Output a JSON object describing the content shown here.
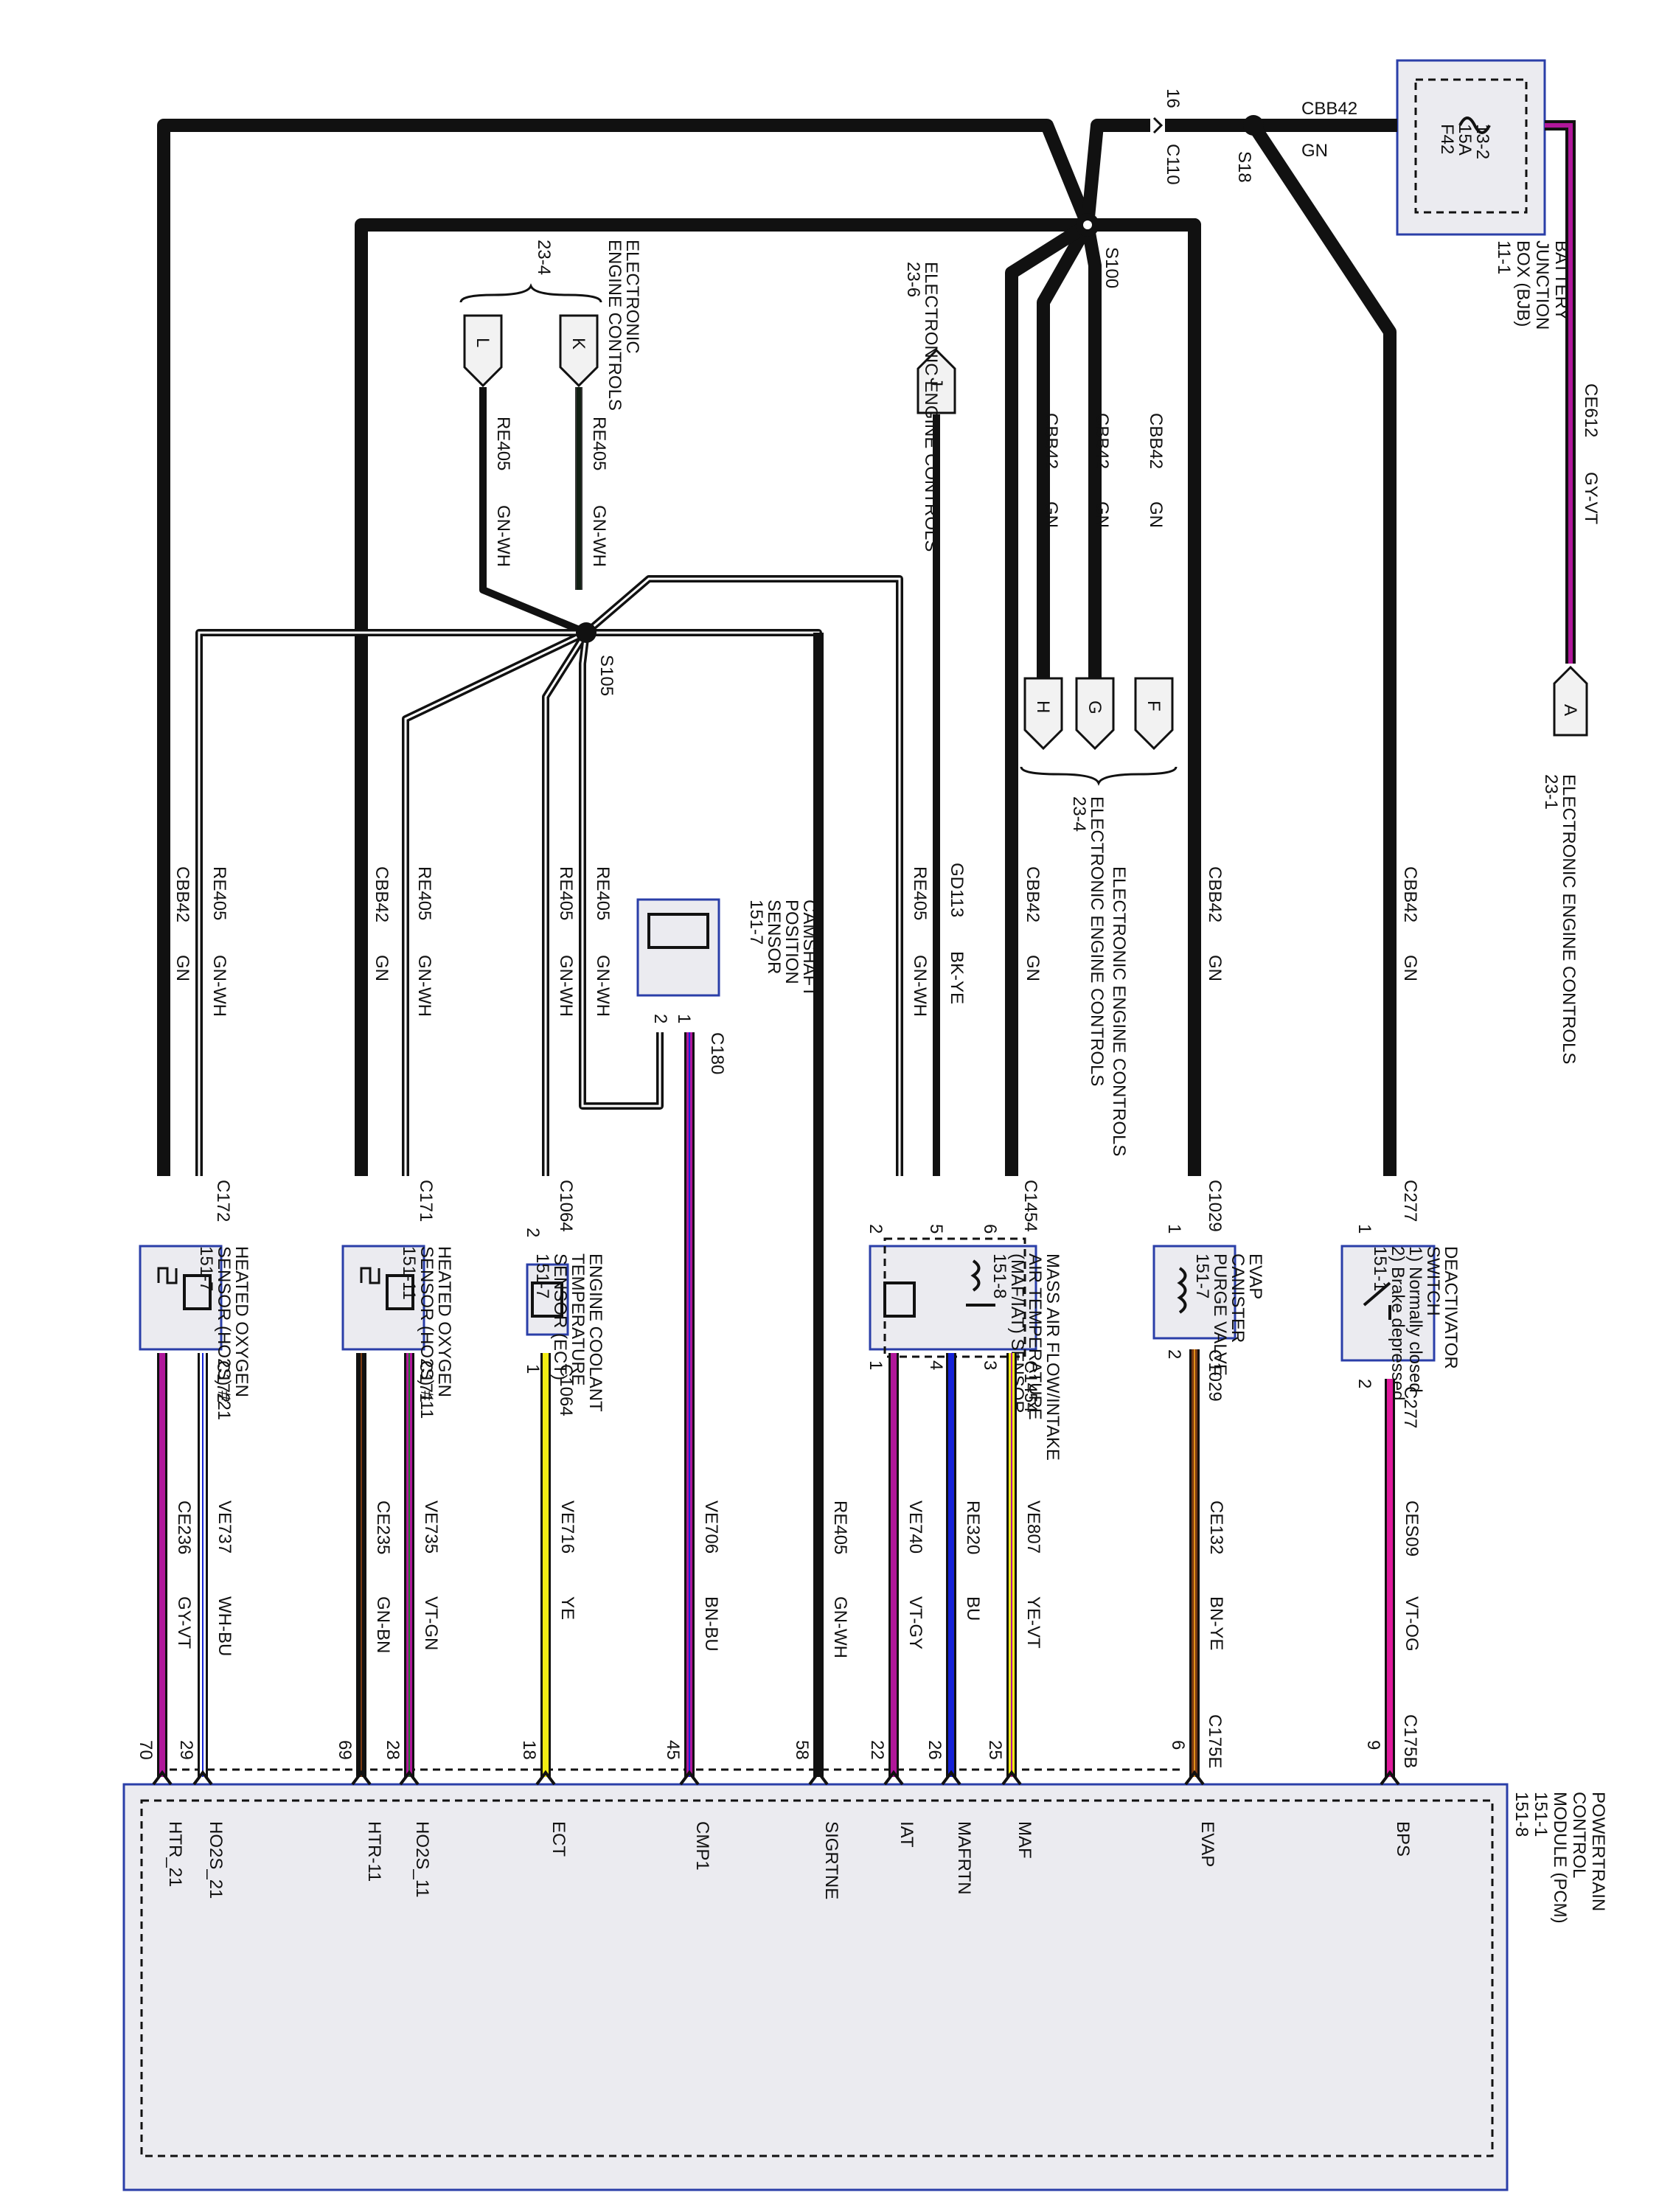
{
  "pcm": {
    "name_lines": [
      "POWERTRAIN",
      "CONTROL",
      "MODULE (PCM)",
      "151-1",
      "151-8"
    ]
  },
  "bjb": {
    "name_lines": [
      "BATTERY",
      "JUNCTION",
      "BOX (BJB)",
      "11-1"
    ],
    "fuse_lines": [
      "F42",
      "15A",
      "13-2"
    ]
  },
  "splices": {
    "s18": "S18",
    "s100": "S100",
    "s105": "S105"
  },
  "connectors": {
    "c110": "C110",
    "c110_pin": "16"
  },
  "top_wire": {
    "circuit": "CBB42",
    "color": "GN"
  },
  "ce612": {
    "circuit": "CE612",
    "color": "GY-VT",
    "connector_letter": "A",
    "ref_lines": [
      "ELECTRONIC ENGINE CONTROLS",
      "23-1"
    ]
  },
  "eec_refs": {
    "group_kl_lines": [
      "ELECTRONIC",
      "ENGINE CONTROLS",
      "23-4"
    ],
    "k": "K",
    "l": "L",
    "j_lines": [
      "ELECTRONIC ENGINE CONTROLS",
      "23-6"
    ],
    "j": "J",
    "fgh_lines": [
      "ELECTRONIC ENGINE CONTROLS",
      "23-4"
    ],
    "f": "F",
    "g": "G",
    "h": "H",
    "right_label": "ELECTRONIC ENGINE CONTROLS"
  },
  "circuits": {
    "cbb42": "CBB42",
    "gn": "GN",
    "re405": "RE405",
    "gn_wh": "GN-WH",
    "gd113": "GD113",
    "bk_ye": "BK-YE"
  },
  "components": {
    "deactivator_switch": [
      "DEACTIVATOR",
      "SWITCH",
      "1) Normally closed",
      "2) Brake depressed",
      "151-1"
    ],
    "evap_valve": [
      "EVAP",
      "CANISTER",
      "PURGE VALVE",
      "151-7"
    ],
    "maf_sensor": [
      "MASS AIR FLOW/INTAKE",
      "AIR TEMPERATURE",
      "(MAF/IAT) SENSOR",
      "151-8"
    ],
    "cmp_sensor": [
      "CAMSHAFT",
      "POSITION",
      "SENSOR",
      "151-7"
    ],
    "ect_sensor": [
      "ENGINE COOLANT",
      "TEMPERATURE",
      "SENSOR (ECT)",
      "151-7"
    ],
    "ho2s_11": [
      "HEATED OXYGEN",
      "SENSOR (HO2S) #11",
      "151-11"
    ],
    "ho2s_21": [
      "HEATED OXYGEN",
      "SENSOR (HO2S) #21",
      "151-7"
    ]
  },
  "connector_labels": {
    "c277": "C277",
    "c1029": "C1029",
    "c1454": "C1454",
    "c180": "C180",
    "c1064": "C1064",
    "c171": "C171",
    "c172": "C172",
    "c175b": "C175B",
    "c175e": "C175E"
  },
  "pins": {
    "p1": "1",
    "p2": "2",
    "p3": "3",
    "p4": "4",
    "p5": "5",
    "p6": "6"
  },
  "lower_wires": [
    {
      "circuit": "CES09",
      "color": "VT-OG",
      "pcm_pin": "9",
      "signal": "BPS"
    },
    {
      "circuit": "CE132",
      "color": "BN-YE",
      "pcm_pin": "6",
      "signal": "EVAP"
    },
    {
      "circuit": "VE807",
      "color": "YE-VT",
      "pcm_pin": "25",
      "signal": "MAF"
    },
    {
      "circuit": "RE320",
      "color": "BU",
      "pcm_pin": "26",
      "signal": "MAFRTN"
    },
    {
      "circuit": "VE740",
      "color": "VT-GY",
      "pcm_pin": "22",
      "signal": "IAT"
    },
    {
      "circuit": "RE405",
      "color": "GN-WH",
      "pcm_pin": "58",
      "signal": "SIGRTNE"
    },
    {
      "circuit": "VE706",
      "color": "BN-BU",
      "pcm_pin": "45",
      "signal": "CMP1"
    },
    {
      "circuit": "VE716",
      "color": "YE",
      "pcm_pin": "18",
      "signal": "ECT"
    },
    {
      "circuit": "VE735",
      "color": "VT-GN",
      "pcm_pin": "28",
      "signal": "HO2S_11"
    },
    {
      "circuit": "CE235",
      "color": "GN-BN",
      "pcm_pin": "69",
      "signal": "HTR-11"
    },
    {
      "circuit": "VE737",
      "color": "WH-BU",
      "pcm_pin": "29",
      "signal": "HO2S_21"
    },
    {
      "circuit": "CE236",
      "color": "GY-VT",
      "pcm_pin": "70",
      "signal": "HTR_21"
    }
  ],
  "wire_colors": {
    "violet": "#b0179a",
    "blue": "#1522d8",
    "yellow": "#f2ec14",
    "brown": "#7a3a12",
    "orange": "#e0901a",
    "magenta": "#e01a9c",
    "green": "#1c7a2c",
    "frame_blue": "#2a3ea8"
  }
}
